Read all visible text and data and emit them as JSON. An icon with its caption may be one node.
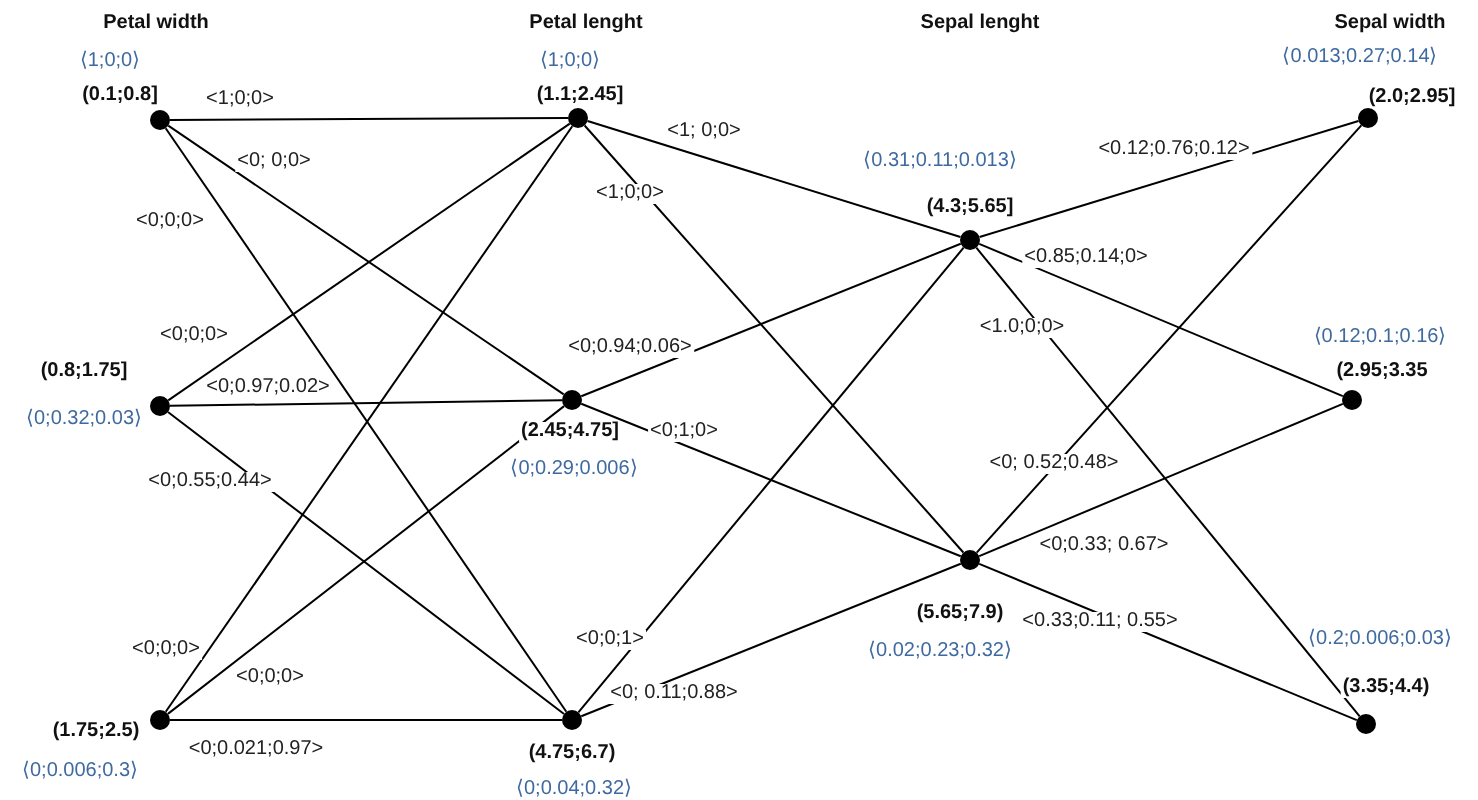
{
  "diagram": {
    "nodes": [
      {
        "text": [],
        "shape": "circle",
        "beside": [
          "⟨1;0;0⟩",
          "(0.1;0.8]"
        ]
      },
      {
        "text": [],
        "shape": "circle",
        "beside": [
          "⟨1;0;0⟩",
          "(1.1;2.45]"
        ]
      },
      {
        "text": [],
        "shape": "circle",
        "beside": [
          "⟨0.31;0.11;0.013⟩",
          "(4.3;5.65]"
        ]
      },
      {
        "text": [],
        "shape": "circle",
        "beside": [
          "⟨0.013;0.27;0.14⟩",
          "(2.0;2.95]"
        ]
      },
      {
        "text": [],
        "shape": "circle",
        "beside": [
          "(0.8;1.75]",
          "⟨0;0.32;0.03⟩"
        ]
      },
      {
        "text": [],
        "shape": "circle",
        "beside": [
          "(2.45;4.75]",
          "⟨0;0.29;0.006⟩"
        ]
      },
      {
        "text": [],
        "shape": "circle",
        "beside": [
          "⟨0.12;0.1;0.16⟩",
          "(2.95;3.35"
        ]
      },
      {
        "text": [],
        "shape": "circle",
        "beside": [
          "(5.65;7.9)",
          "⟨0.02;0.23;0.32⟩"
        ]
      },
      {
        "text": [],
        "shape": "circle",
        "beside": [
          "(1.75;2.5)",
          "⟨0;0.006;0.3⟩"
        ]
      },
      {
        "text": [],
        "shape": "circle",
        "beside": [
          "(4.75;6.7)",
          "⟨0;0.04;0.32⟩"
        ]
      },
      {
        "text": [],
        "shape": "circle",
        "beside": [
          "⟨0.2;0.006;0.03⟩",
          "(3.35;4.4)"
        ]
      }
    ],
    "edges": [
      {
        "from": 0,
        "to": 1,
        "arrow": "none",
        "label": "<1;0;0>"
      },
      {
        "from": 0,
        "to": 5,
        "arrow": "none",
        "label": "<0; 0;0>"
      },
      {
        "from": 0,
        "to": 9,
        "arrow": "none",
        "label": "<0;0;0>"
      },
      {
        "from": 4,
        "to": 1,
        "arrow": "none",
        "label": "<0;0;0>"
      },
      {
        "from": 4,
        "to": 5,
        "arrow": "none",
        "label": "<0;0.97;0.02>"
      },
      {
        "from": 4,
        "to": 9,
        "arrow": "none",
        "label": "<0;0.55;0.44>"
      },
      {
        "from": 8,
        "to": 1,
        "arrow": "none",
        "label": "<0;0;0>"
      },
      {
        "from": 8,
        "to": 5,
        "arrow": "none",
        "label": "<0;0;0>"
      },
      {
        "from": 8,
        "to": 9,
        "arrow": "none",
        "label": "<0;0.021;0.97>"
      },
      {
        "from": 1,
        "to": 2,
        "arrow": "none",
        "label": "<1; 0;0>"
      },
      {
        "from": 1,
        "to": 7,
        "arrow": "none",
        "label": "<1;0;0>"
      },
      {
        "from": 5,
        "to": 2,
        "arrow": "none",
        "label": "<0;0.94;0.06>"
      },
      {
        "from": 5,
        "to": 7,
        "arrow": "none",
        "label": "<0;1;0>"
      },
      {
        "from": 9,
        "to": 2,
        "arrow": "none",
        "label": "<0;0;1>"
      },
      {
        "from": 9,
        "to": 7,
        "arrow": "none",
        "label": "<0; 0.11;0.88>"
      },
      {
        "from": 2,
        "to": 3,
        "arrow": "none",
        "label": "<0.12;0.76;0.12>"
      },
      {
        "from": 2,
        "to": 6,
        "arrow": "none",
        "label": "<0.85;0.14;0>"
      },
      {
        "from": 2,
        "to": 10,
        "arrow": "none",
        "label": "<1.0;0;0>"
      },
      {
        "from": 7,
        "to": 3,
        "arrow": "none",
        "label": "<0; 0.52;0.48>"
      },
      {
        "from": 7,
        "to": 6,
        "arrow": "none",
        "label": "<0;0.33; 0.67>"
      },
      {
        "from": 7,
        "to": 10,
        "arrow": "none",
        "label": "<0.33;0.11; 0.55>"
      }
    ],
    "labels": [
      "Petal width",
      "Petal lenght",
      "Sepal lenght",
      "Sepal width"
    ]
  }
}
